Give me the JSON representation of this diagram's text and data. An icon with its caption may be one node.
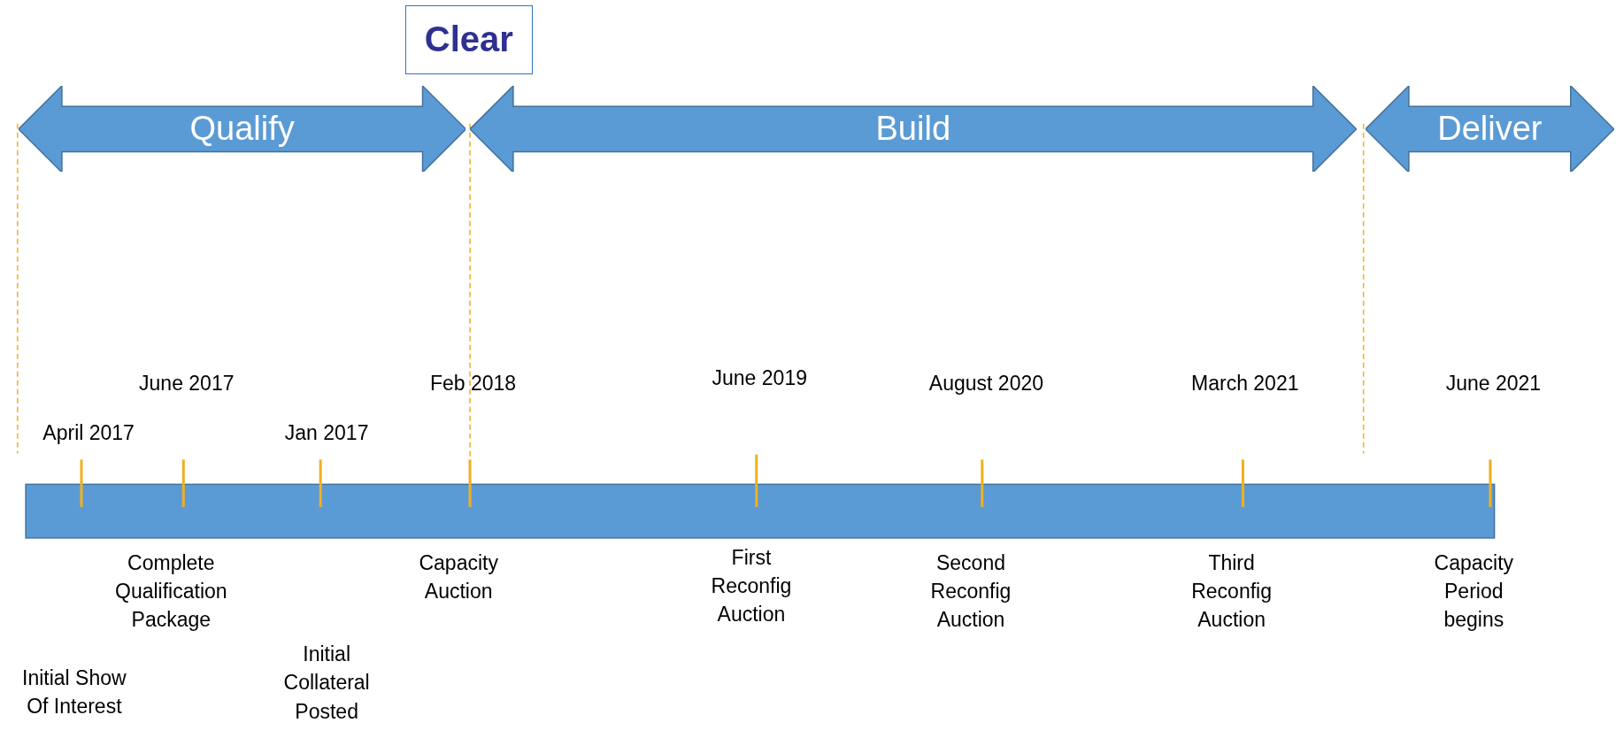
{
  "diagram": {
    "nodes": [
      {
        "text": [
          "Clear"
        ]
      },
      {
        "text": [
          "Qualify"
        ]
      },
      {
        "text": [
          "Build"
        ]
      },
      {
        "text": [
          "Deliver"
        ]
      },
      {
        "text": [],
        "shape": "bar"
      }
    ],
    "labels": [
      "April 2017",
      "Initial Show Of Interest",
      "June 2017",
      "Complete Qualification Package",
      "Jan 2017",
      "Initial Collateral Posted",
      "Feb 2018",
      "Capacity Auction",
      "June 2019",
      "First Reconfig Auction",
      "August 2020",
      "Second Reconfig Auction",
      "March 2021",
      "Third Reconfig Auction",
      "June 2021",
      "Capacity Period begins"
    ]
  }
}
